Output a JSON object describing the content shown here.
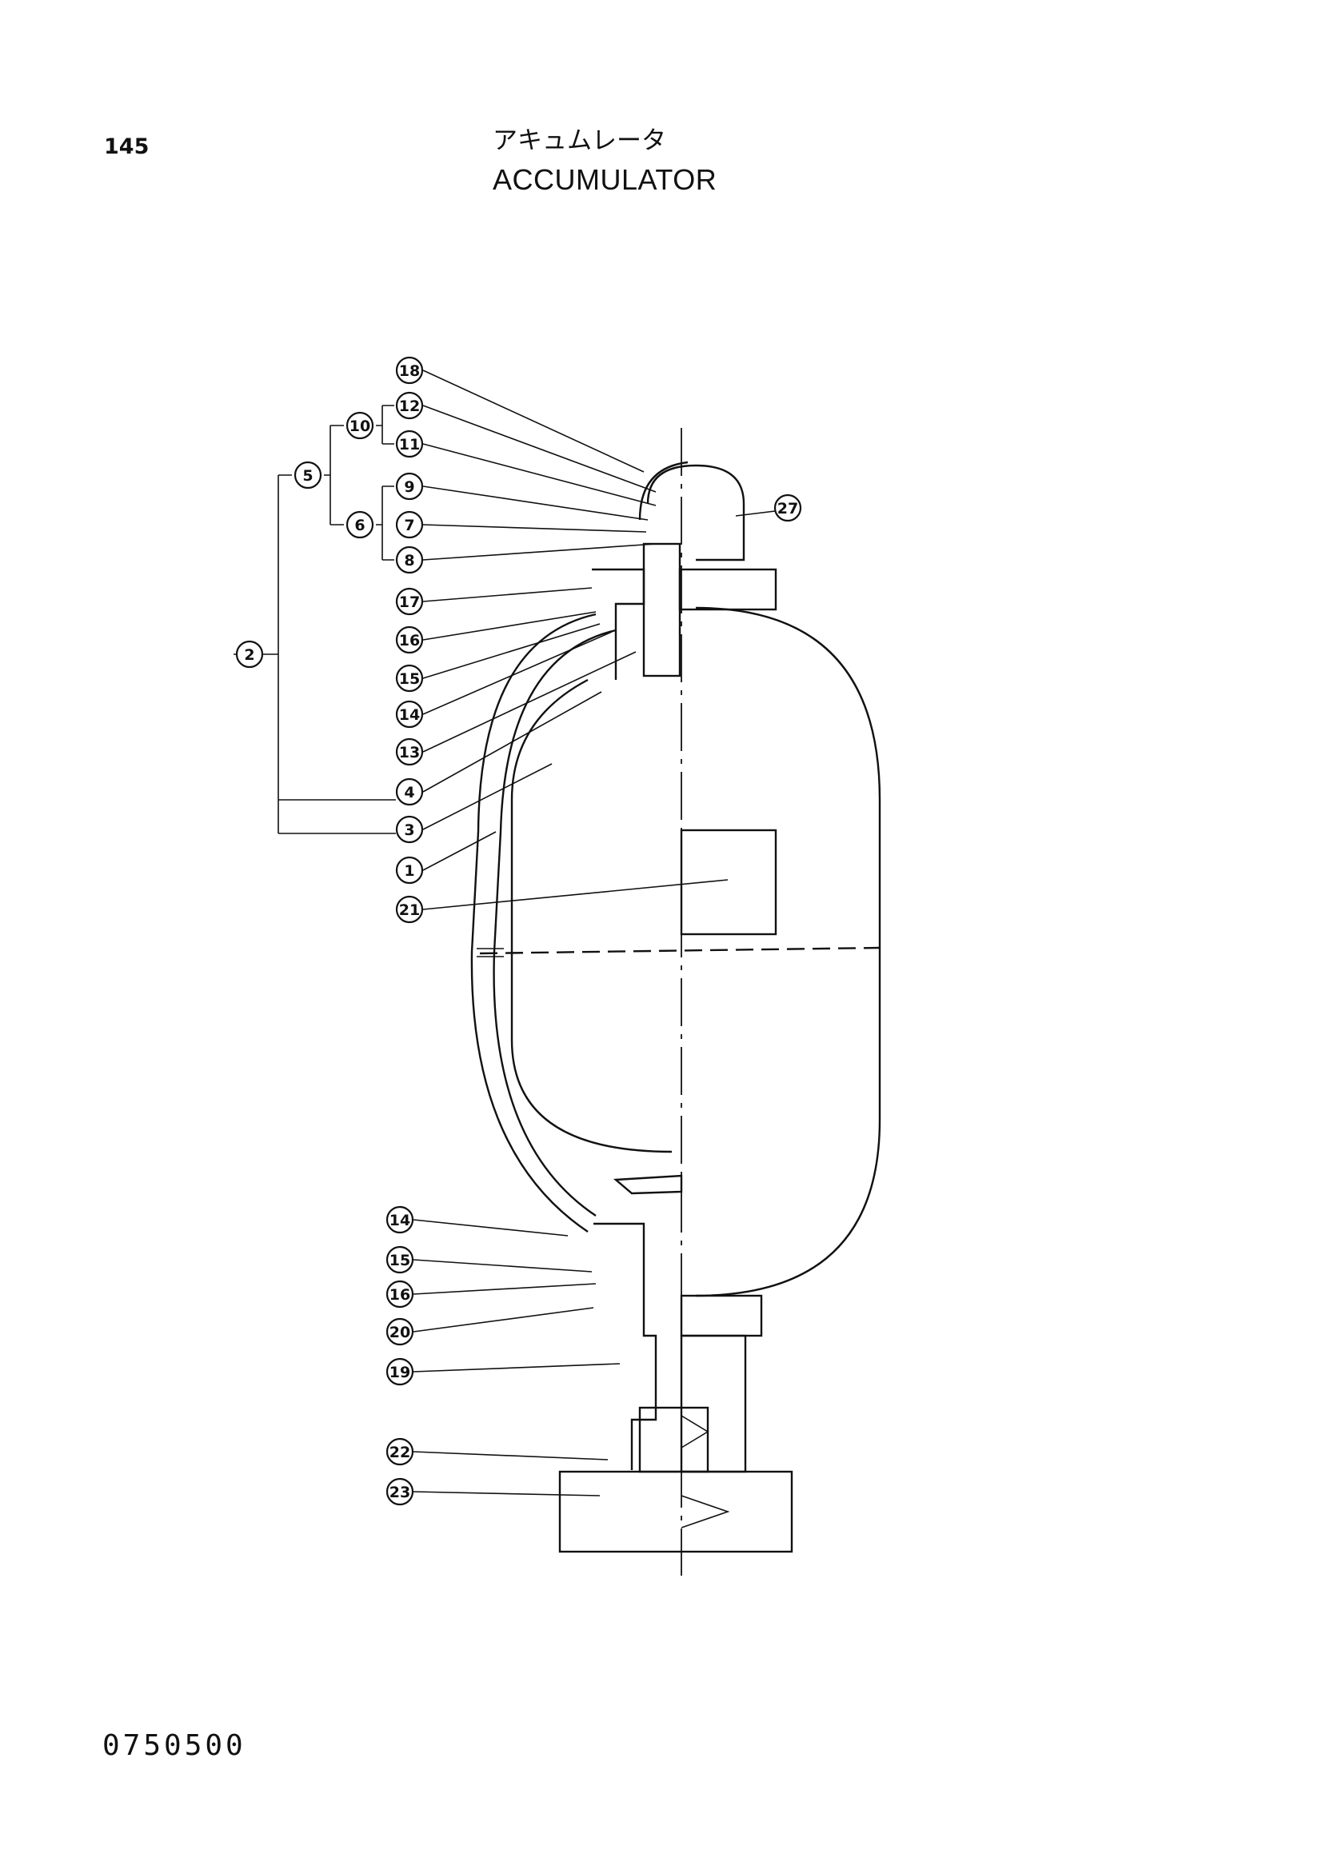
{
  "header": {
    "page_number": "145",
    "title_jp": "アキュムレータ",
    "title_en": "ACCUMULATOR"
  },
  "footer": {
    "document_code": "0750500"
  },
  "callouts": [
    "18",
    "12",
    "10",
    "11",
    "5",
    "9",
    "27",
    "6",
    "7",
    "8",
    "17",
    "2",
    "16",
    "15",
    "14",
    "13",
    "4",
    "3",
    "1",
    "21",
    "14",
    "15",
    "16",
    "20",
    "19",
    "22",
    "23"
  ]
}
